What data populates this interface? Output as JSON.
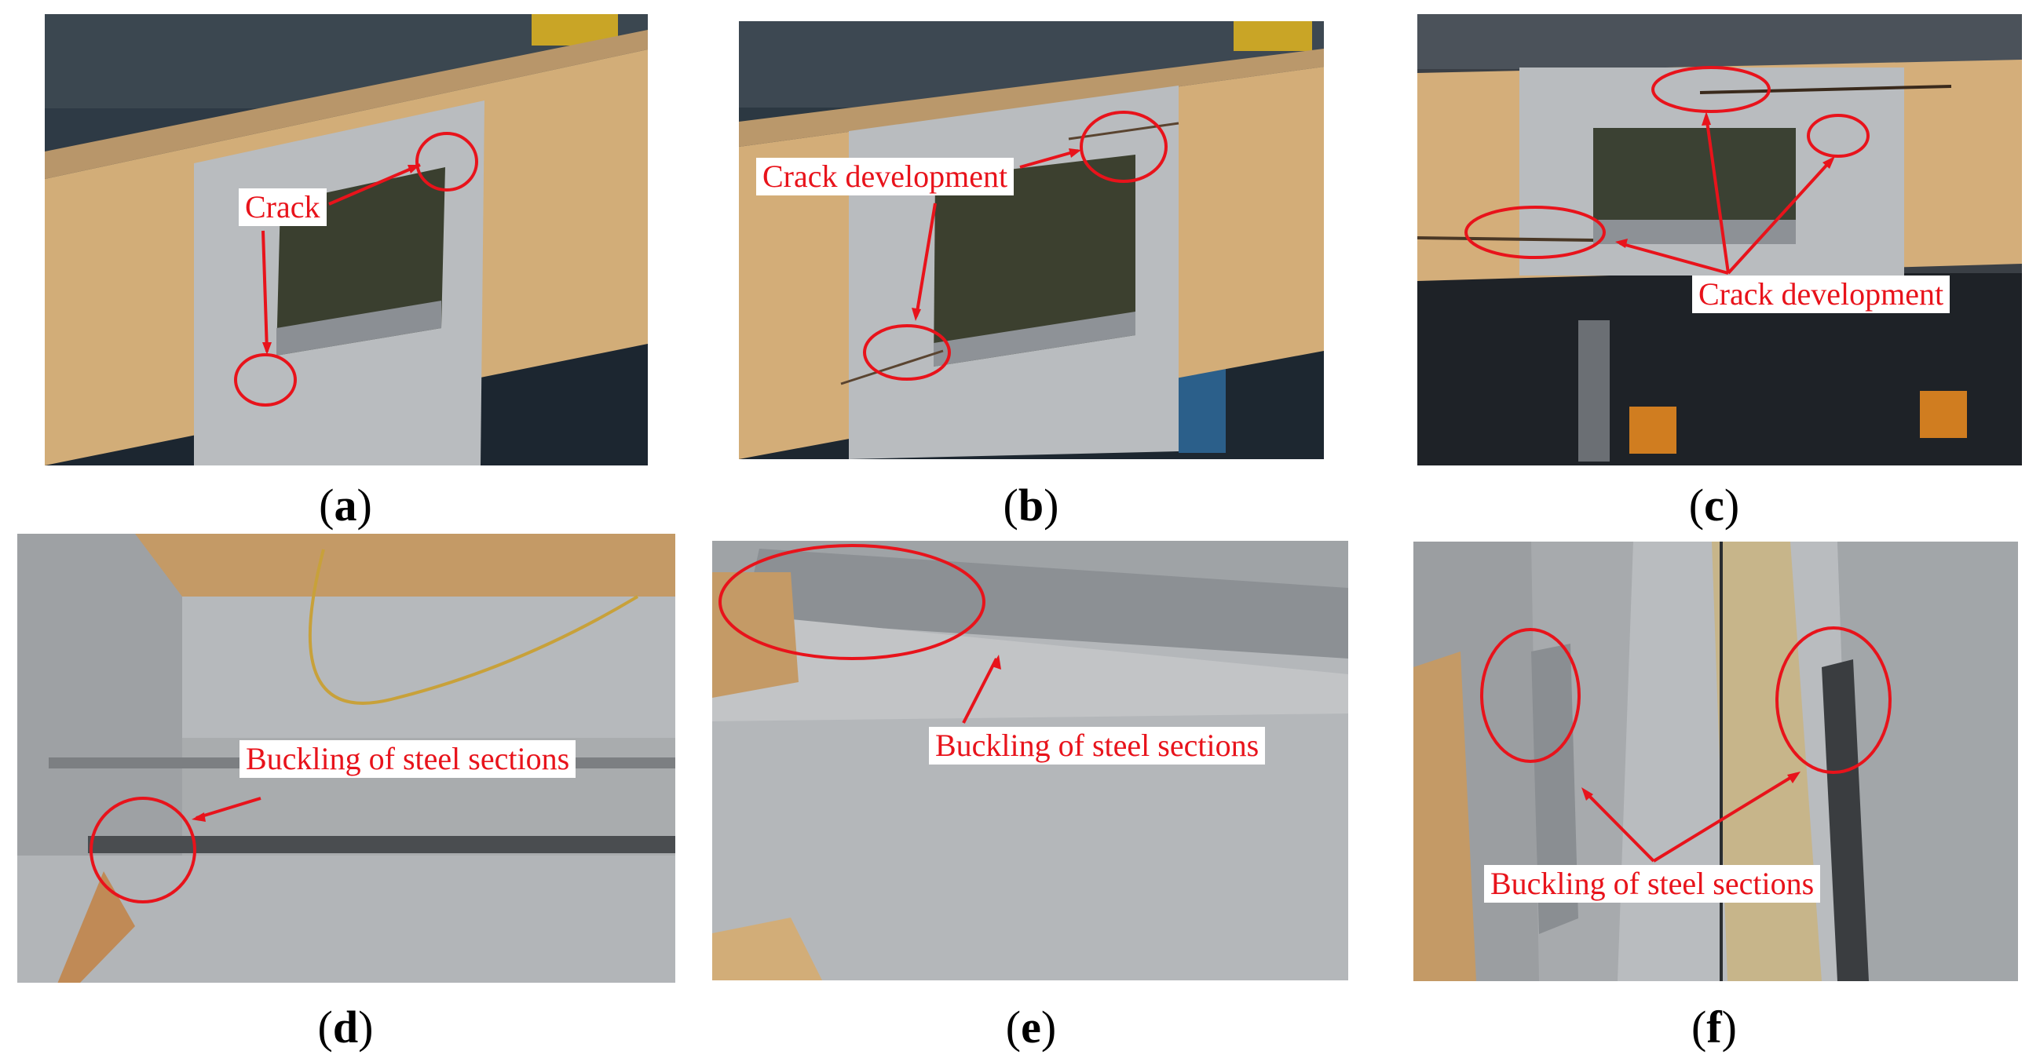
{
  "figure": {
    "panels": [
      {
        "id": "a",
        "caption_open": "(",
        "caption_letter": "a",
        "caption_close": ")",
        "labels": [
          "Crack"
        ]
      },
      {
        "id": "b",
        "caption_open": "(",
        "caption_letter": "b",
        "caption_close": ")",
        "labels": [
          "Crack development"
        ]
      },
      {
        "id": "c",
        "caption_open": "(",
        "caption_letter": "c",
        "caption_close": ")",
        "labels": [
          "Crack development"
        ]
      },
      {
        "id": "d",
        "caption_open": "(",
        "caption_letter": "d",
        "caption_close": ")",
        "labels": [
          "Buckling of steel sections"
        ]
      },
      {
        "id": "e",
        "caption_open": "(",
        "caption_letter": "e",
        "caption_close": ")",
        "labels": [
          "Buckling of steel sections"
        ]
      },
      {
        "id": "f",
        "caption_open": "(",
        "caption_letter": "f",
        "caption_close": ")",
        "labels": [
          "Buckling of steel sections"
        ]
      }
    ]
  },
  "colors": {
    "annotation": "#e8131b",
    "timber": "#d3ad78",
    "coating": "#b9bcbf",
    "background": "#ffffff"
  }
}
